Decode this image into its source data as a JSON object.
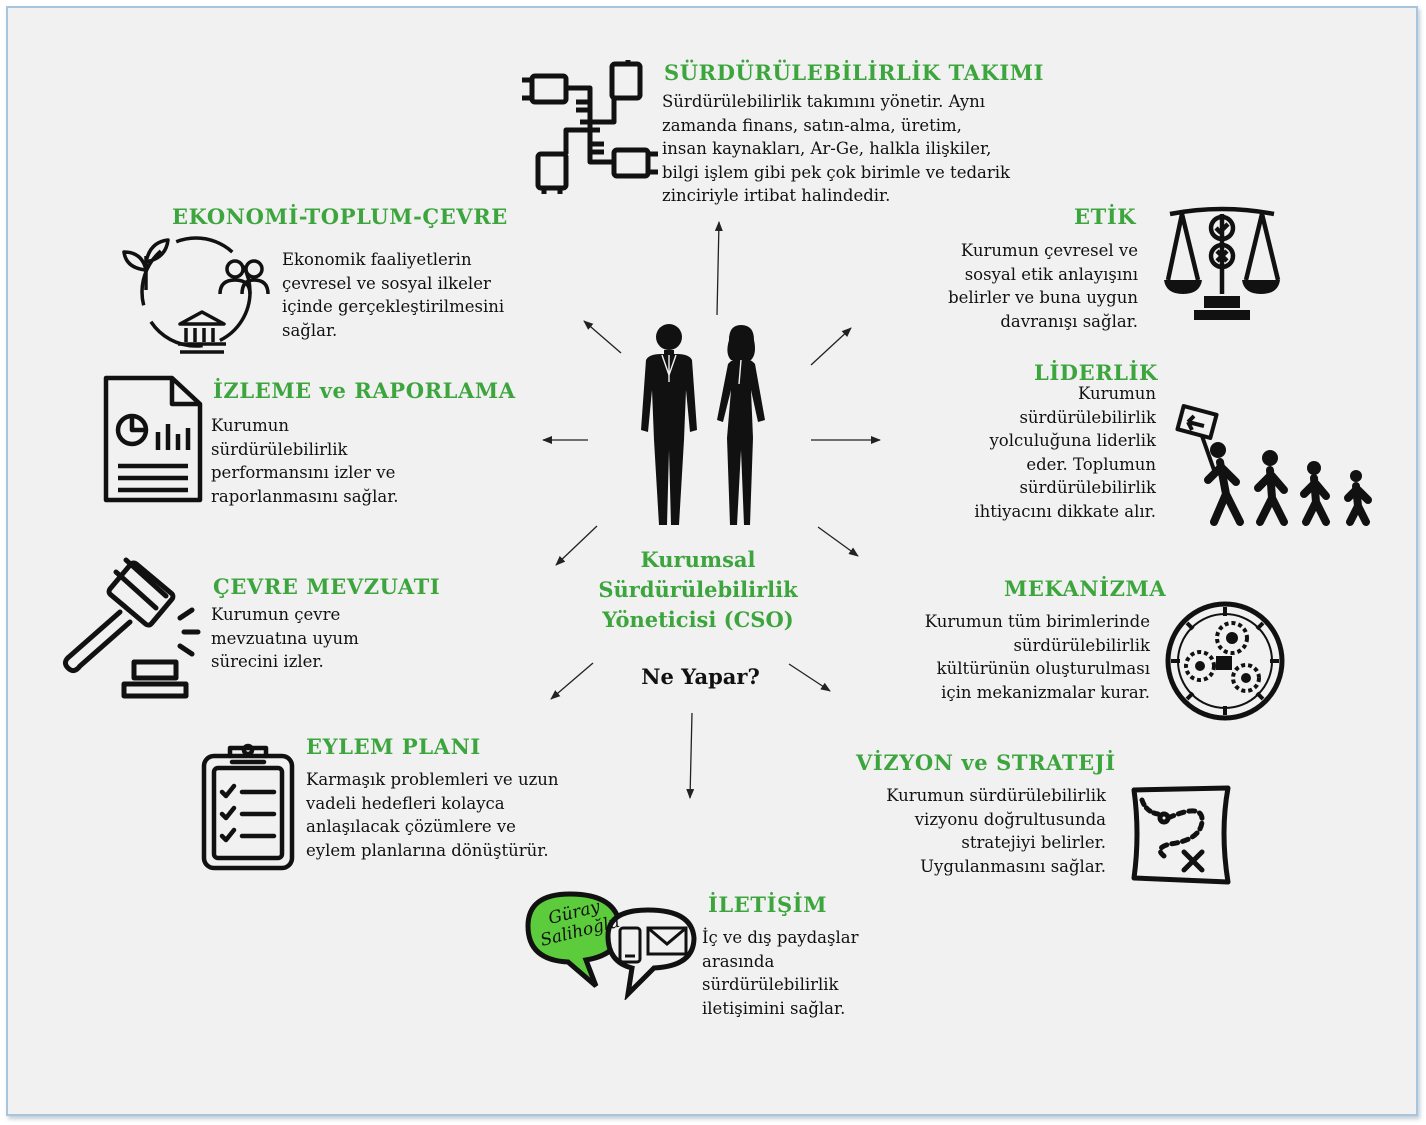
{
  "center": {
    "title": "Kurumsal\nSürdürülebilirlik\nYöneticisi (CSO)",
    "question": "Ne Yapar?"
  },
  "roles": {
    "takim": {
      "title": "SÜRDÜRÜLEBİLİRLİK TAKIMI",
      "desc": "Sürdürülebilirlik takımını yönetir. Aynı\nzamanda finans, satın-alma, üretim,\ninsan kaynakları, Ar-Ge, halkla ilişkiler,\nbilgi işlem gibi pek çok birimle ve tedarik\nzinciriyle irtibat halindedir.",
      "icon": "hands-circle-icon"
    },
    "ekonomi": {
      "title": "EKONOMİ-TOPLUM-ÇEVRE",
      "desc": "Ekonomik faaliyetlerin\nçevresel ve sosyal ilkeler\niçinde gerçekleştirilmesini\nsağlar.",
      "icon": "economy-society-environment-icon"
    },
    "etik": {
      "title": "ETİK",
      "desc": "Kurumun çevresel ve\nsosyal etik anlayışını\nbelirler ve buna uygun\ndavranışı sağlar.",
      "icon": "scales-icon"
    },
    "izleme": {
      "title": "İZLEME ve RAPORLAMA",
      "desc": "Kurumun\nsürdürülebilirlik\nperformansını izler ve\nraporlanmasını sağlar.",
      "icon": "report-document-icon"
    },
    "liderlik": {
      "title": "LİDERLİK",
      "desc": "Kurumun\nsürdürülebilirlik\nyolculuğuna liderlik\neder. Toplumun\nsürdürülebilirlik\nihtiyacını dikkate alır.",
      "icon": "leader-walking-icon"
    },
    "mevzuat": {
      "title": "ÇEVRE MEVZUATI",
      "desc": "Kurumun çevre\nmevzuatına uyum\nsürecini izler.",
      "icon": "gavel-icon"
    },
    "mekanizma": {
      "title": "MEKANİZMA",
      "desc": "Kurumun tüm birimlerinde\nsürdürülebilirlik\nkültürünün oluşturulması\niçin mekanizmalar kurar.",
      "icon": "clock-gears-icon"
    },
    "eylem": {
      "title": "EYLEM PLANI",
      "desc": "Karmaşık problemleri ve uzun\nvadeli hedefleri kolayca\nanlaşılacak çözümlere ve\neylem planlarına dönüştürür.",
      "icon": "clipboard-checklist-icon"
    },
    "vizyon": {
      "title": "VİZYON ve STRATEJİ",
      "desc": "Kurumun sürdürülebilirlik\nvizyonu doğrultusunda\nstratejiyi belirler.\nUygulanmasını sağlar.",
      "icon": "strategy-map-icon"
    },
    "iletisim": {
      "title": "İLETİŞİM",
      "desc": "İç ve dış paydaşlar\narasında\nsürdürülebilirlik\niletişimini sağlar.",
      "icon": "speech-bubbles-icon"
    }
  },
  "watermark": "Güray Salihoğlu",
  "colors": {
    "accent": "#3da53d",
    "text": "#111111",
    "background": "#f1f1f1",
    "frame": "#a9c4dd"
  }
}
